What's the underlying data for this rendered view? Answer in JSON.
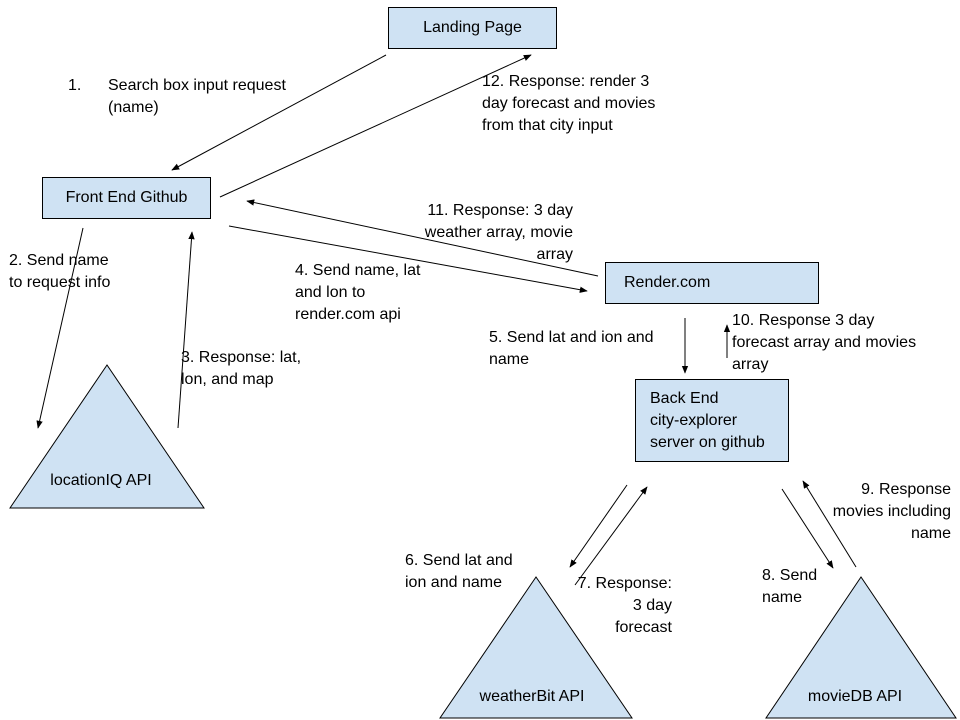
{
  "colors": {
    "node_fill": "#cfe2f3",
    "stroke": "#000000",
    "background": "#ffffff"
  },
  "nodes": {
    "landing": "Landing Page",
    "frontend": "Front End Github",
    "render": "Render.com",
    "backend": [
      "Back End",
      "city-explorer",
      "server on github"
    ],
    "locationiq": "locationIQ API",
    "weatherbit": "weatherBit API",
    "moviedb": "movieDB API"
  },
  "edges": {
    "e1_num": "1.",
    "e1": [
      "Search box input request",
      "(name)"
    ],
    "e2": [
      "2. Send name",
      "to request info"
    ],
    "e3": [
      "3. Response: lat,",
      "lon, and map"
    ],
    "e4": [
      "4. Send name, lat",
      "and lon to",
      "render.com api"
    ],
    "e5": [
      "5. Send lat and ion and",
      "name"
    ],
    "e6": [
      "6. Send lat and",
      "ion and name"
    ],
    "e7": [
      "7. Response:",
      "3 day",
      "forecast"
    ],
    "e8": [
      "8. Send",
      "name"
    ],
    "e9": [
      "9. Response",
      "movies including",
      "name"
    ],
    "e10": [
      "10. Response 3 day",
      "forecast array and movies",
      "array"
    ],
    "e11": [
      "11. Response: 3 day",
      "weather array, movie",
      "array"
    ],
    "e12": [
      "12. Response: render 3",
      "day forecast and movies",
      "from that city input"
    ]
  }
}
